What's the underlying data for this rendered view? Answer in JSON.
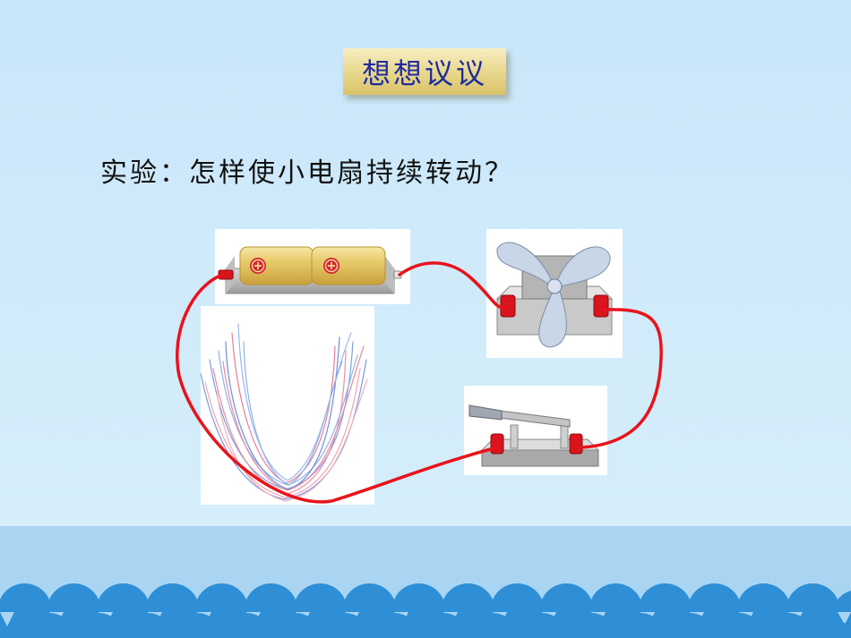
{
  "slide": {
    "title": "想想议议",
    "question": "实验：怎样使小电扇持续转动？"
  },
  "colors": {
    "title_text": "#1f2ca0",
    "wire": "#e8131c",
    "terminal": "#d9141c",
    "wave": "#2e8fd6"
  },
  "illustrations": {
    "battery": "battery-pack",
    "fan": "electric-fan",
    "switch": "knife-switch",
    "wires": "wire-bundle"
  }
}
